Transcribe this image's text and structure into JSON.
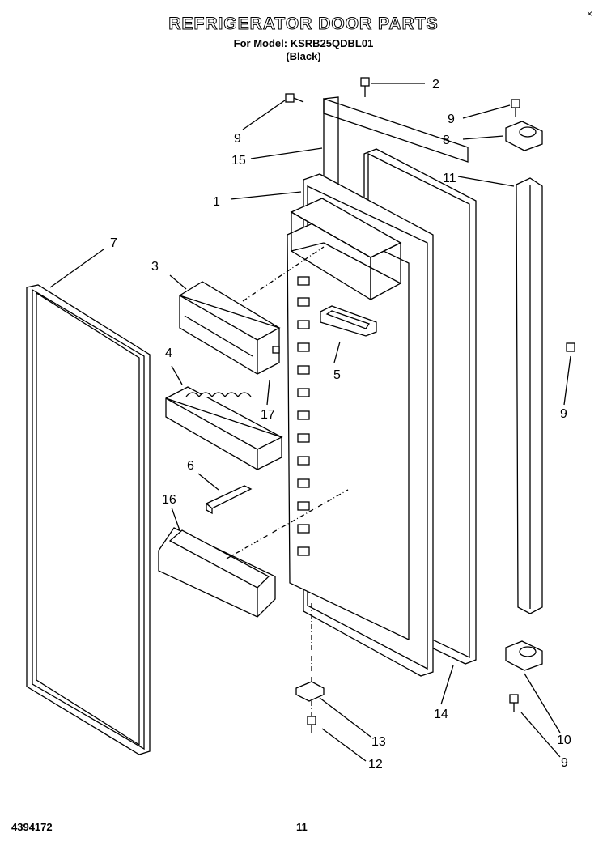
{
  "header": {
    "title": "REFRIGERATOR DOOR PARTS",
    "model_line": "For Model: KSRB25QDBL01",
    "color_line": "(Black)",
    "corner_mark": "×"
  },
  "footer": {
    "doc_number": "4394172",
    "page_number": "11"
  },
  "callouts": [
    "1",
    "2",
    "3",
    "4",
    "5",
    "6",
    "7",
    "8",
    "9",
    "9",
    "9",
    "9",
    "10",
    "11",
    "12",
    "13",
    "14",
    "15",
    "16",
    "17"
  ]
}
